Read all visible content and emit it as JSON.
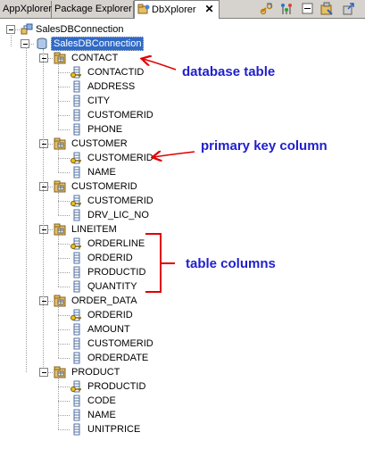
{
  "tabs": [
    {
      "label": "AppXplorer"
    },
    {
      "label": "Package Explorer"
    },
    {
      "label": "DbXplorer",
      "active": true,
      "close": "✕"
    }
  ],
  "toolbar_icons": [
    "link-icon",
    "filter-icon",
    "collapse-all-icon",
    "database-icon",
    "export-icon"
  ],
  "tree": {
    "root": "SalesDBConnection",
    "connection": "SalesDBConnection",
    "tables": [
      {
        "name": "CONTACT",
        "columns": [
          "CONTACTID",
          "ADDRESS",
          "CITY",
          "CUSTOMERID",
          "PHONE"
        ],
        "keys": [
          "CONTACTID"
        ]
      },
      {
        "name": "CUSTOMER",
        "columns": [
          "CUSTOMERID",
          "NAME"
        ],
        "keys": [
          "CUSTOMERID"
        ]
      },
      {
        "name": "CUSTOMERID",
        "columns": [
          "CUSTOMERID",
          "DRV_LIC_NO"
        ],
        "keys": [
          "CUSTOMERID"
        ]
      },
      {
        "name": "LINEITEM",
        "columns": [
          "ORDERLINE",
          "ORDERID",
          "PRODUCTID",
          "QUANTITY"
        ],
        "keys": [
          "ORDERLINE"
        ]
      },
      {
        "name": "ORDER_DATA",
        "columns": [
          "ORDERID",
          "AMOUNT",
          "CUSTOMERID",
          "ORDERDATE"
        ],
        "keys": [
          "ORDERID"
        ]
      },
      {
        "name": "PRODUCT",
        "columns": [
          "PRODUCTID",
          "CODE",
          "NAME",
          "UNITPRICE"
        ],
        "keys": [
          "PRODUCTID"
        ]
      }
    ]
  },
  "annotations": {
    "database_table": "database table",
    "primary_key": "primary key column",
    "table_columns": "table columns"
  },
  "colors": {
    "annotation_text": "#1f1fcc",
    "annotation_arrow": "#e00000",
    "selection": "#316ac5",
    "folder": "#e8c060"
  }
}
